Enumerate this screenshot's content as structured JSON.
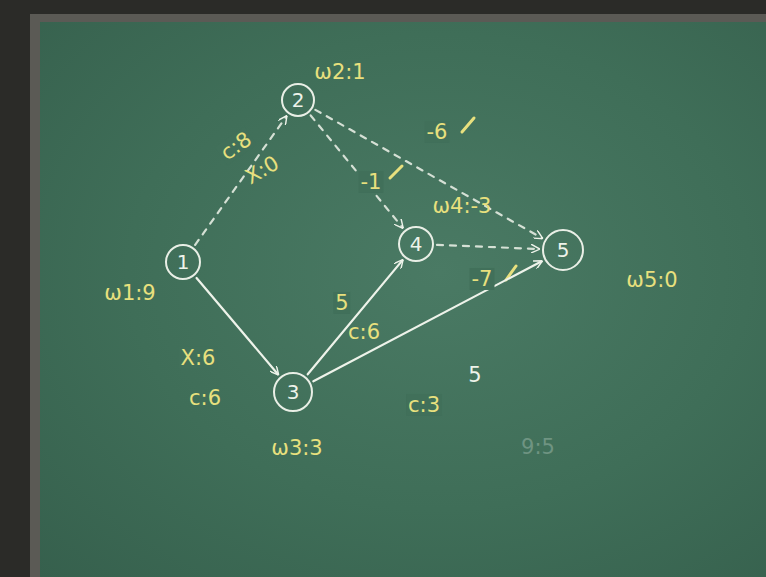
{
  "diagram": {
    "nodes": [
      {
        "text": [
          "1"
        ]
      },
      {
        "text": [
          "2"
        ]
      },
      {
        "text": [
          "3"
        ]
      },
      {
        "text": [
          "4"
        ]
      },
      {
        "text": [
          "5"
        ]
      }
    ],
    "edges": [
      {
        "from": 0,
        "to": 1,
        "arrow": "to",
        "label": "c:8"
      },
      {
        "from": 0,
        "to": 2,
        "arrow": "to",
        "label": "X:6"
      },
      {
        "from": 1,
        "to": 3,
        "arrow": "to",
        "label": "-1"
      },
      {
        "from": 1,
        "to": 4,
        "arrow": "to",
        "label": "-6"
      },
      {
        "from": 2,
        "to": 3,
        "arrow": "to",
        "label": "5"
      },
      {
        "from": 2,
        "to": 4,
        "arrow": "to",
        "label": "c:3"
      },
      {
        "from": 3,
        "to": 4,
        "arrow": "to",
        "label": "-7"
      }
    ],
    "labels": [
      "ω1:9",
      "ω2:1",
      "X:0",
      "ω4:-3",
      "ω5:0",
      "c:6",
      "c:6",
      "5",
      "ω3:3",
      "9:5"
    ]
  }
}
